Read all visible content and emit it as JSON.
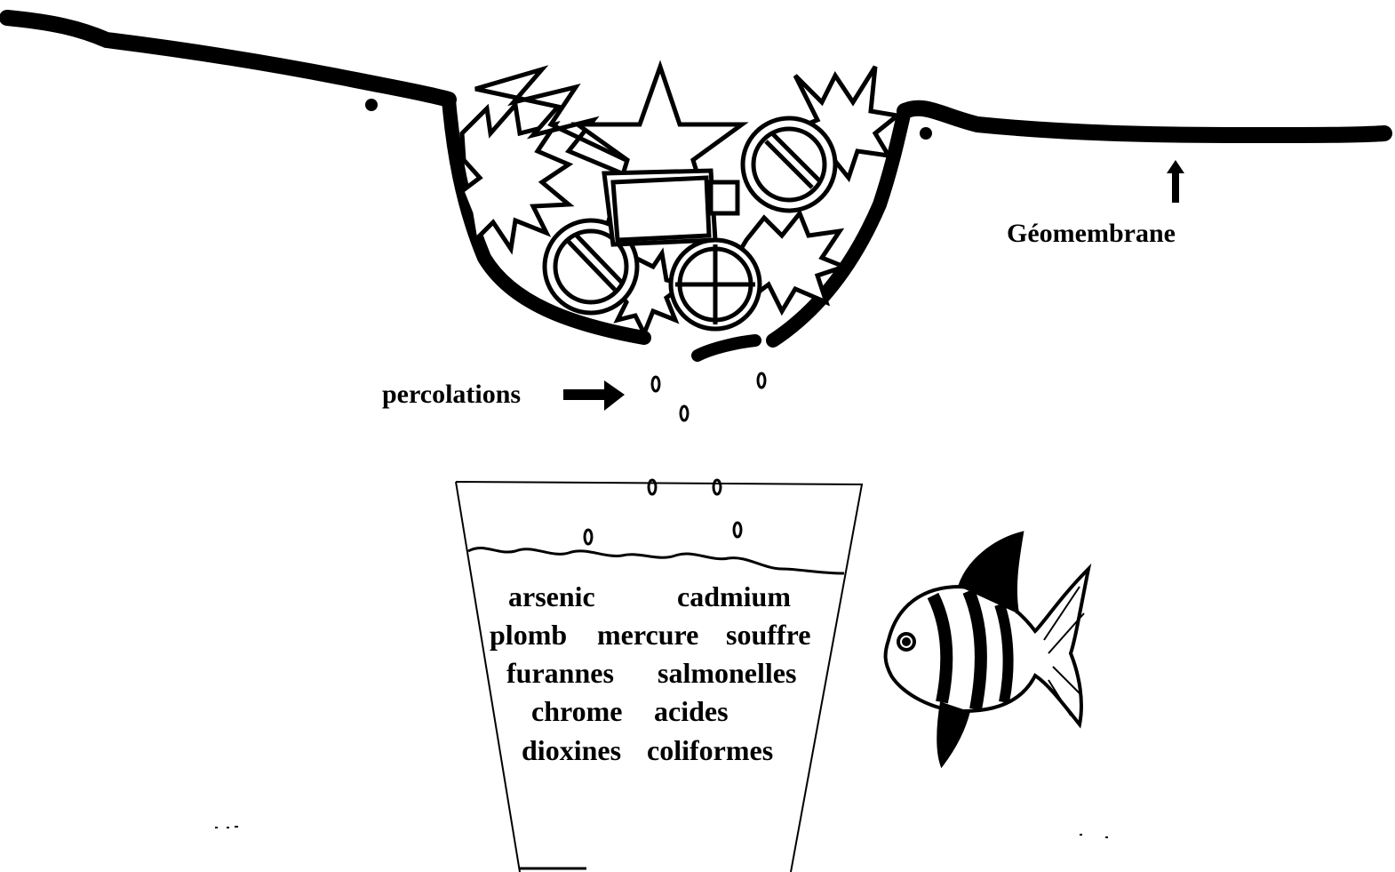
{
  "labels": {
    "geomembrane": "Géomembrane",
    "percolations": "percolations"
  },
  "contaminants": [
    "arsenic",
    "cadmium",
    "plomb",
    "mercure",
    "souffre",
    "furannes",
    "salmonelles",
    "chrome",
    "acides",
    "dioxines",
    "coliformes"
  ],
  "colors": {
    "ink": "#000000",
    "paper": "#ffffff"
  },
  "icons": [
    "lightning-bolt-icon",
    "star-icon",
    "explosion-icon",
    "prohibited-icon",
    "crosshair-icon",
    "box-icon",
    "fish-icon",
    "arrow-right-icon",
    "arrow-up-icon",
    "droplet-icon"
  ]
}
